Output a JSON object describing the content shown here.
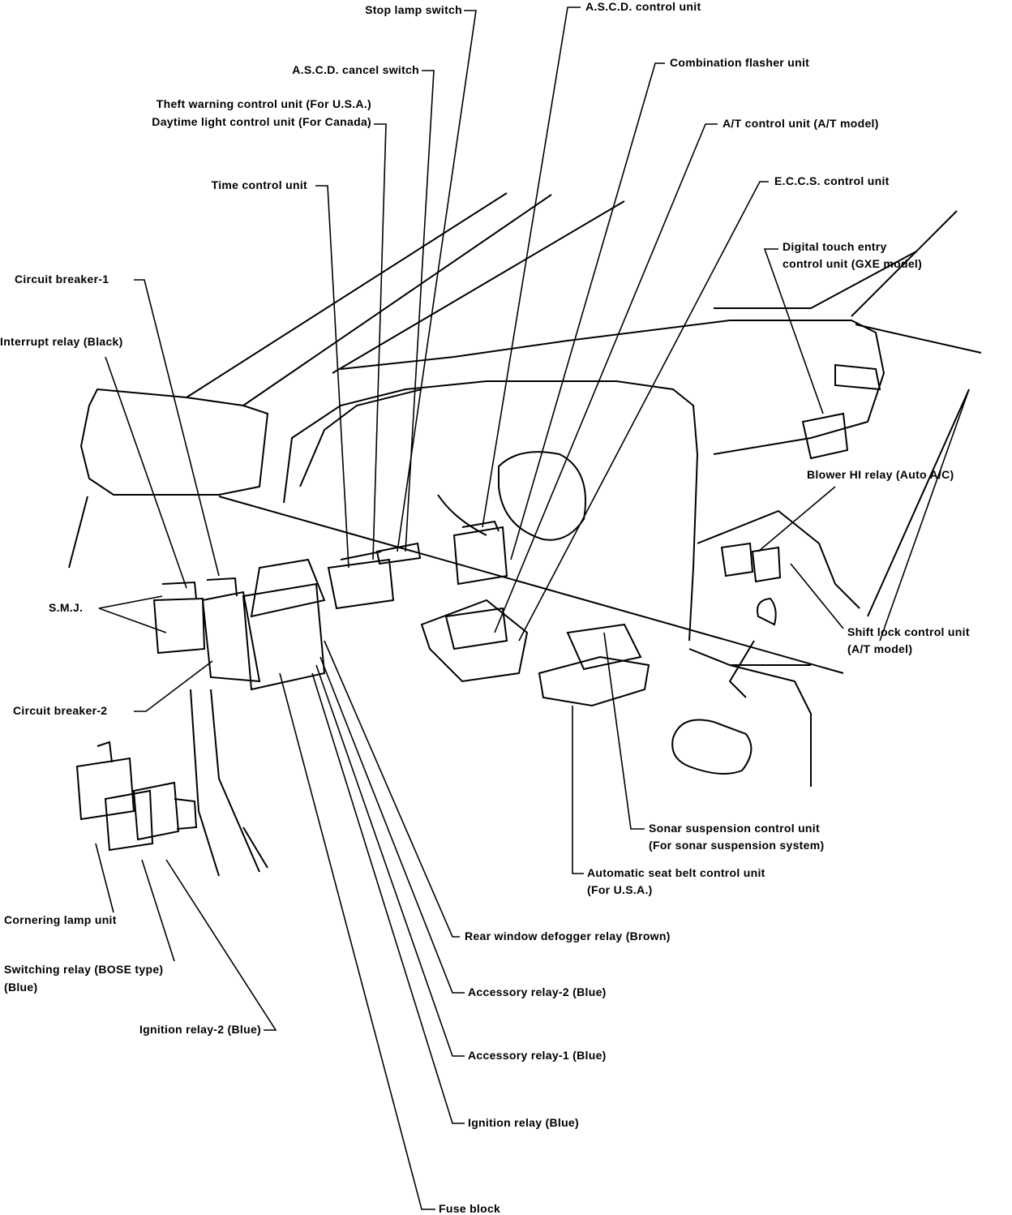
{
  "diagram": {
    "labels": {
      "stop_lamp_switch": "Stop lamp switch",
      "ascd_control_unit": "A.S.C.D. control unit",
      "ascd_cancel_switch": "A.S.C.D. cancel switch",
      "combination_flasher_unit": "Combination flasher unit",
      "theft_warning_1": "Theft warning control unit (For U.S.A.)",
      "theft_warning_2": "Daytime light control unit (For Canada)",
      "at_control_unit": "A/T control unit (A/T model)",
      "time_control_unit": "Time control unit",
      "eccs_control_unit": "E.C.C.S. control unit",
      "digital_touch_1": "Digital touch entry",
      "digital_touch_2": "control unit (GXE model)",
      "circuit_breaker_1": "Circuit breaker-1",
      "interrupt_relay": "Interrupt relay (Black)",
      "blower_hi_relay": "Blower HI relay (Auto A/C)",
      "smj": "S.M.J.",
      "shift_lock_1": "Shift lock control unit",
      "shift_lock_2": "(A/T model)",
      "circuit_breaker_2": "Circuit breaker-2",
      "sonar_1": "Sonar suspension control unit",
      "sonar_2": "(For sonar suspension system)",
      "seat_belt_1": "Automatic seat belt control unit",
      "seat_belt_2": "(For U.S.A.)",
      "cornering_lamp": "Cornering lamp unit",
      "rear_defogger": "Rear window defogger relay (Brown)",
      "switching_relay_1": "Switching relay (BOSE type)",
      "switching_relay_2": "(Blue)",
      "accessory_relay_2": "Accessory relay-2 (Blue)",
      "ignition_relay_2": "Ignition relay-2 (Blue)",
      "accessory_relay_1": "Accessory relay-1 (Blue)",
      "ignition_relay": "Ignition relay (Blue)",
      "fuse_block": "Fuse block"
    }
  }
}
